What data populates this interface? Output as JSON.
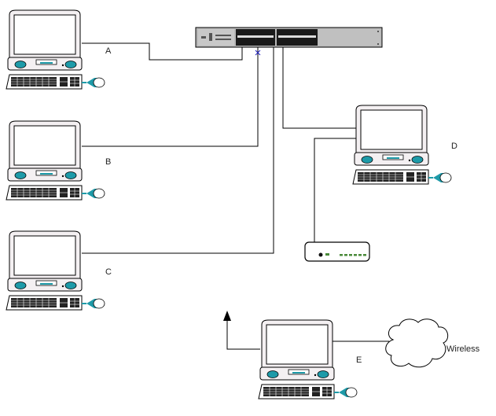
{
  "diagram": {
    "type": "network-topology",
    "colors": {
      "line": "#000000",
      "switch_body": "#b8b8b8",
      "ports": "#1a1a1a",
      "monitor_case": "#f4f0f2",
      "accent_teal": "#1e9aa8",
      "crossover_mark": "#2020c0"
    },
    "devices": {
      "switch": {
        "label": "",
        "icon": "network-switch-icon"
      },
      "modem": {
        "label": "",
        "icon": "modem-icon"
      },
      "cloud": {
        "label": "Wireless",
        "icon": "cloud-icon"
      }
    },
    "computers": [
      {
        "id": "A",
        "label": "A"
      },
      {
        "id": "B",
        "label": "B"
      },
      {
        "id": "C",
        "label": "C"
      },
      {
        "id": "D",
        "label": "D"
      },
      {
        "id": "E",
        "label": "E"
      }
    ],
    "connections": [
      {
        "from": "A",
        "to": "switch"
      },
      {
        "from": "B",
        "to": "switch",
        "marker": "x"
      },
      {
        "from": "C",
        "to": "switch"
      },
      {
        "from": "D",
        "to": "switch"
      },
      {
        "from": "D",
        "to": "modem"
      },
      {
        "from": "E",
        "to": "cloud"
      },
      {
        "from": "E",
        "to": "uplink-arrow"
      }
    ]
  }
}
